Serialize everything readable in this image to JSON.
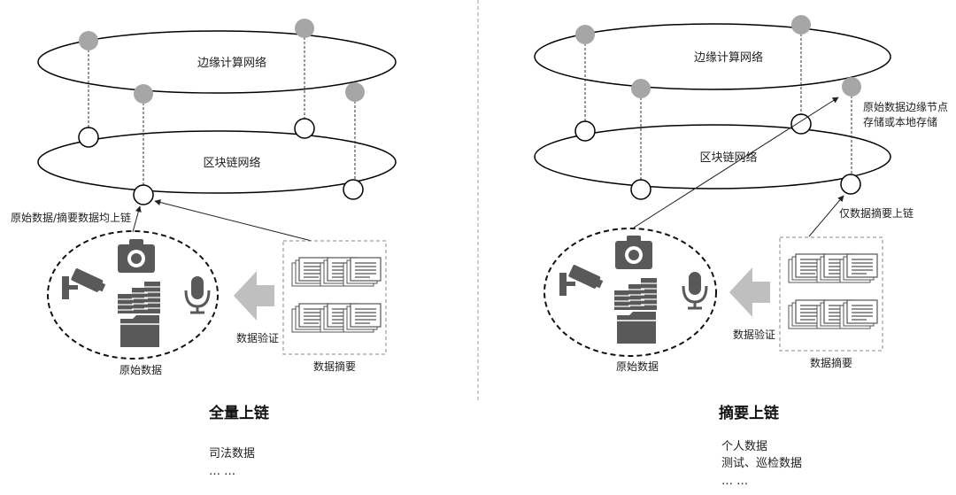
{
  "left": {
    "edge_network": "边缘计算网络",
    "blockchain_network": "区块链网络",
    "upload_note": "原始数据/摘要数据均上链",
    "raw_data": "原始数据",
    "verify": "数据验证",
    "digest": "数据摘要",
    "title": "全量上链",
    "use_cases": [
      "司法数据",
      "… …"
    ]
  },
  "right": {
    "edge_network": "边缘计算网络",
    "blockchain_network": "区块链网络",
    "storage_note": [
      "原始数据边缘节点",
      "存储或本地存储"
    ],
    "upload_note": "仅数据摘要上链",
    "raw_data": "原始数据",
    "verify": "数据验证",
    "digest": "数据摘要",
    "title": "摘要上链",
    "use_cases": [
      "个人数据",
      "测试、巡检数据",
      "… …"
    ]
  },
  "icons": [
    "camera-icon",
    "cctv-icon",
    "coins-icon",
    "microphone-icon",
    "folder-icon",
    "document-icon",
    "arrow-left-icon"
  ],
  "colors": {
    "edge_node": "#a6a6a6",
    "stroke": "#000000",
    "arrow": "#bfbfbf",
    "divider": "#9e9e9e"
  }
}
